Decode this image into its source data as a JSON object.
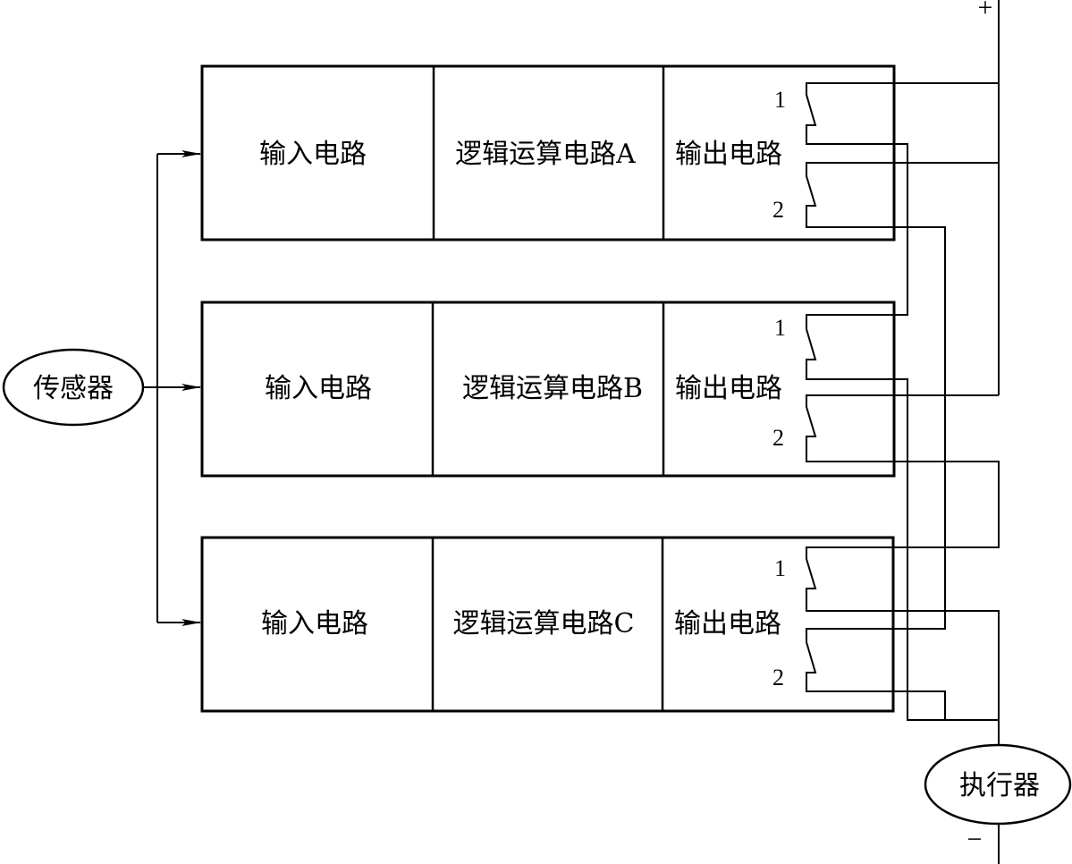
{
  "polarity": {
    "plus": "+",
    "minus": "−"
  },
  "sensor": {
    "label": "传感器"
  },
  "actuator": {
    "label": "执行器"
  },
  "channels": [
    {
      "input_label": "输入电路",
      "logic_label": "逻辑运算电路A",
      "output_label": "输出电路",
      "contacts": [
        "1",
        "2"
      ]
    },
    {
      "input_label": "输入电路",
      "logic_label": "逻辑运算电路B",
      "output_label": "输出电路",
      "contacts": [
        "1",
        "2"
      ]
    },
    {
      "input_label": "输入电路",
      "logic_label": "逻辑运算电路C",
      "output_label": "输出电路",
      "contacts": [
        "1",
        "2"
      ]
    }
  ]
}
